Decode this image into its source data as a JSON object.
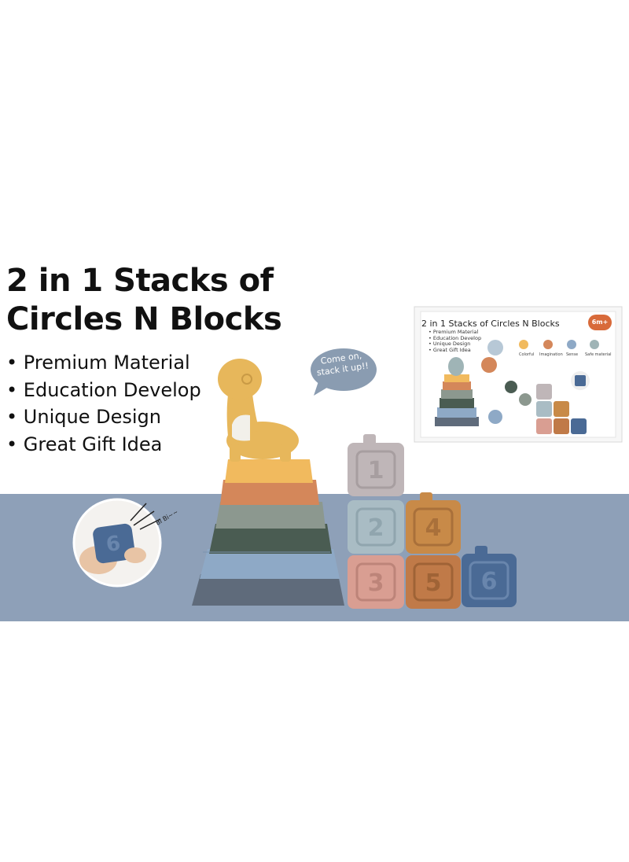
{
  "headline": {
    "line1": "2 in 1 Stacks of",
    "line2": "Circles N Blocks"
  },
  "bullets": [
    "Premium Material",
    "Education Develop",
    "Unique Design",
    "Great Gift Idea"
  ],
  "speech_bubble": {
    "line1": "Come on,",
    "line2": "stack it up!!"
  },
  "squeak_text": "Bi Bi~~",
  "box": {
    "title": "2 in 1 Stacks of Circles N Blocks",
    "age_badge": "6m+",
    "bullets": [
      "Premium Material",
      "Education Develop",
      "Unique Design",
      "Great Gift Idea"
    ],
    "features": [
      "Colorful",
      "Imagination",
      "Sense",
      "Safe material"
    ]
  },
  "blocks": [
    {
      "number": "1",
      "color": "#bfb6b8"
    },
    {
      "number": "2",
      "color": "#a9bcc4"
    },
    {
      "number": "4",
      "color": "#c88a48"
    },
    {
      "number": "3",
      "color": "#d99e92"
    },
    {
      "number": "5",
      "color": "#c07a48"
    },
    {
      "number": "6",
      "color": "#4a6a95"
    }
  ],
  "colors": {
    "floor": "#8ea0b8",
    "bubble": "#8a9cb1",
    "dino": "#e7b75b",
    "rings": [
      "#f1ba5e",
      "#d4875a",
      "#8c988f",
      "#4a5c52",
      "#8ea9c6",
      "#5f6b7b"
    ]
  }
}
